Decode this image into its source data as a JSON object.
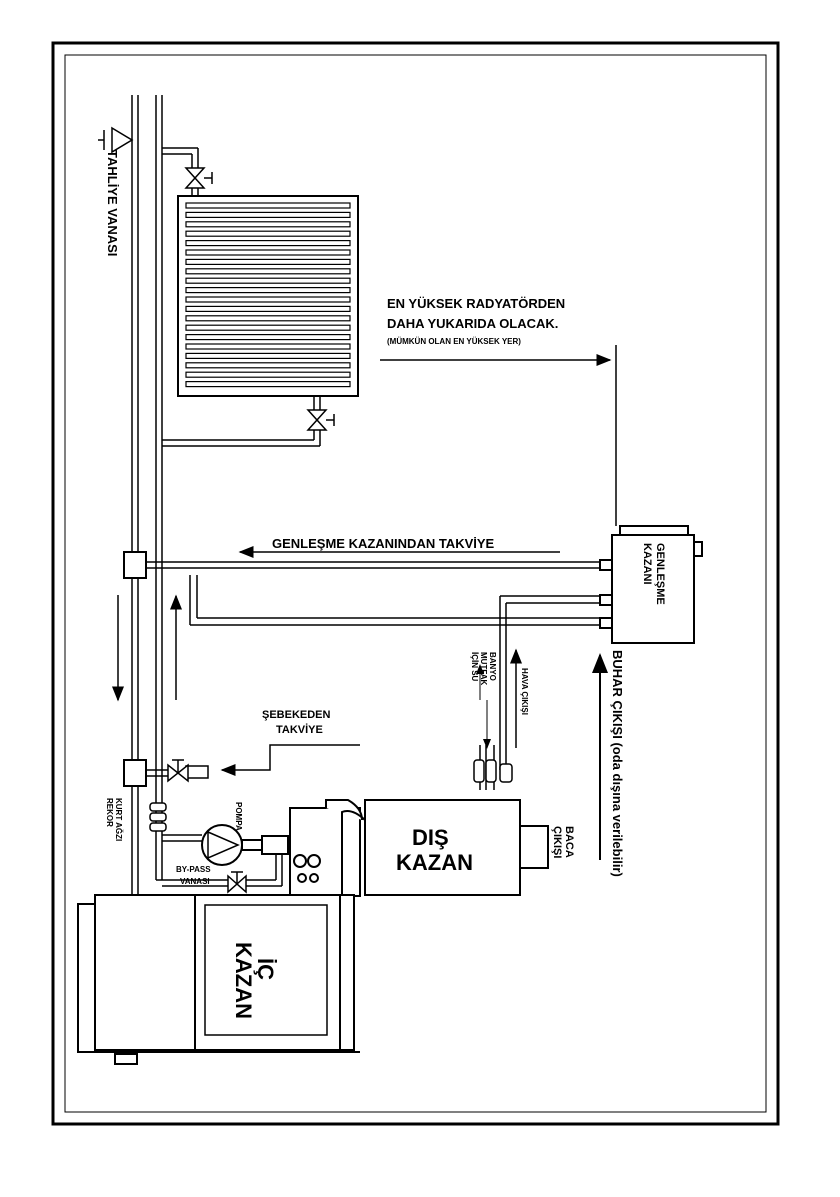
{
  "labels": {
    "tahliye_vanasi": "TAHLİYE VANASI",
    "note_line1": "EN YÜKSEK RADYATÖRDEN",
    "note_line2": "DAHA YUKARIDA OLACAK.",
    "note_line3": "(MÜMKÜN OLAN EN YÜKSEK YER)",
    "genlesme_kazanindan_takviye": "GENLEŞME KAZANINDAN TAKVİYE",
    "genlesme_kazani_line1": "GENLEŞME",
    "genlesme_kazani_line2": "KAZANI",
    "sebekeden_line1": "ŞEBEKEDEN",
    "sebekeden_line2": "TAKVİYE",
    "banyo_line1": "BANYO",
    "banyo_line2": "MUTFAK",
    "banyo_line3": "İÇİN SU",
    "hava_cikisi": "HAVA ÇIKIŞI",
    "buhar_cikisi": "BUHAR ÇIKIŞI (oda dışına verilebilir)",
    "pompa": "POMPA",
    "kurt_agzi_line1": "KURT AĞZI",
    "kurt_agzi_line2": "REKOR",
    "by_pass_line1": "BY-PASS",
    "by_pass_line2": "VANASI",
    "dis_kazan_line1": "DIŞ",
    "dis_kazan_line2": "KAZAN",
    "baca_line1": "BACA",
    "baca_line2": "ÇIKIŞI",
    "ic_kazan_line1": "İÇ",
    "ic_kazan_line2": "KAZAN"
  },
  "colors": {
    "line": "#000000",
    "background": "#ffffff"
  }
}
